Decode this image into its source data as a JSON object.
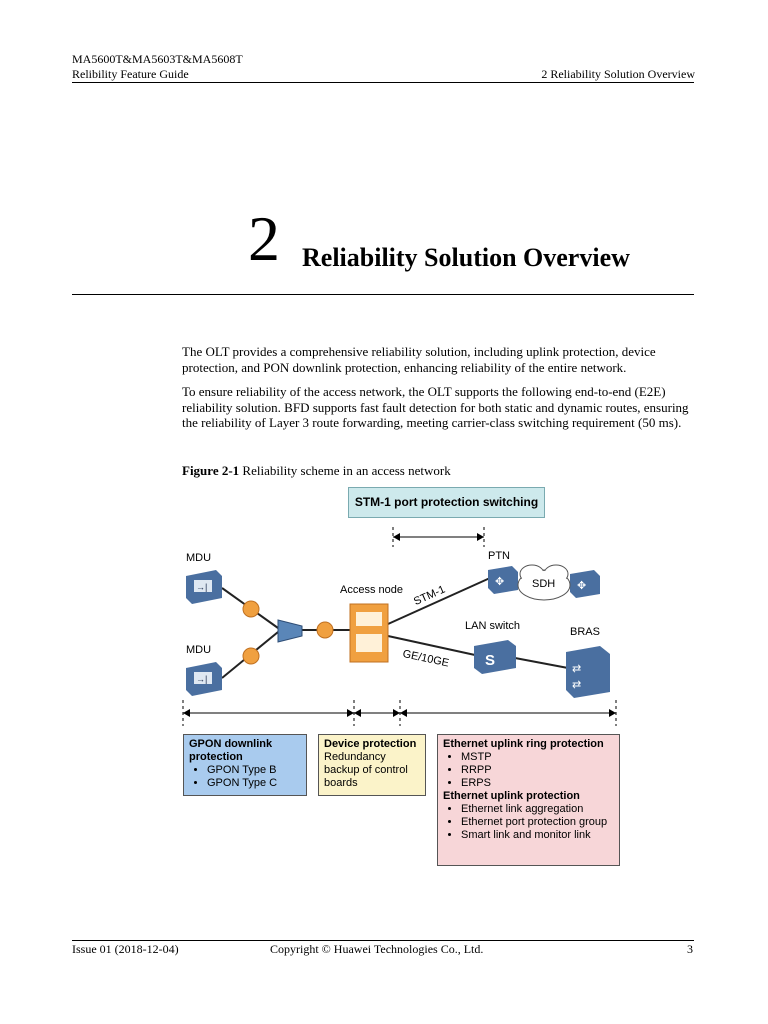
{
  "header": {
    "doc_title": "MA5600T&MA5603T&MA5608T",
    "doc_subtitle": "Relibility Feature Guide",
    "chapter_ref": "2 Reliability Solution Overview"
  },
  "chapter": {
    "number": "2",
    "title": "Reliability Solution Overview"
  },
  "body": {
    "para1": "The OLT provides a comprehensive reliability solution, including uplink protection, device protection, and PON downlink protection, enhancing reliability of the entire network.",
    "para2": "To ensure reliability of the access network, the OLT supports the following end-to-end (E2E) reliability solution. BFD supports fast fault detection for both static and dynamic routes, ensuring the reliability of Layer 3 route forwarding, meeting carrier-class switching requirement (50 ms)."
  },
  "figure": {
    "label": "Figure 2-1",
    "caption": "Reliability scheme in an access network",
    "stm_box": "STM-1 port protection switching",
    "labels": {
      "mdu_top": "MDU",
      "mdu_bottom": "MDU",
      "access_node": "Access node",
      "ptn": "PTN",
      "sdh": "SDH",
      "lan_switch": "LAN switch",
      "bras": "BRAS",
      "stm1": "STM-1",
      "ge": "GE/10GE"
    },
    "gpon_box": {
      "title": "GPON downlink protection",
      "items": [
        "GPON Type B",
        "GPON Type C"
      ]
    },
    "device_box": {
      "title": "Device protection",
      "text": "Redundancy backup of control boards"
    },
    "eth_box": {
      "title1": "Ethernet uplink ring protection",
      "items1": [
        "MSTP",
        "RRPP",
        "ERPS"
      ],
      "title2": "Ethernet uplink protection",
      "items2": [
        "Ethernet link aggregation",
        "Ethernet port protection group",
        "Smart link and monitor link"
      ]
    },
    "colors": {
      "stm_box": "#cde9ec",
      "gpon_box": "#a9cbee",
      "device_box": "#fbf3c9",
      "eth_box": "#f7d6d8",
      "device_blue": "#4a6fa0",
      "access_orange": "#f0a040"
    }
  },
  "footer": {
    "issue": "Issue 01 (2018-12-04)",
    "copyright": "Copyright © Huawei Technologies Co., Ltd.",
    "page": "3"
  }
}
